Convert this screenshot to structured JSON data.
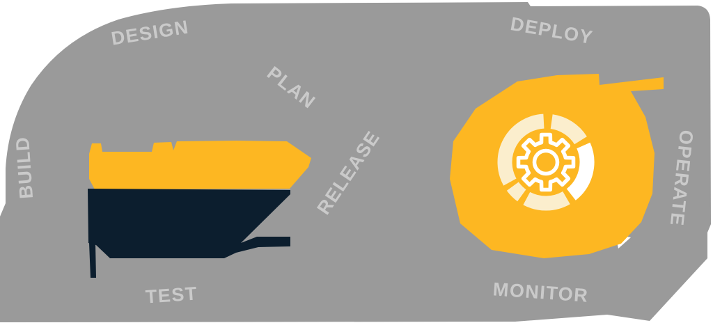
{
  "diagram": {
    "name": "devops-lifecycle-loop",
    "stages": {
      "design": "DESIGN",
      "plan": "PLAN",
      "release": "RELEASE",
      "build": "BUILD",
      "test": "TEST",
      "deploy": "DEPLOY",
      "operate": "OPERATE",
      "monitor": "MONITOR"
    },
    "icons": {
      "center_icon": "gear-icon",
      "ring_icon": "segmented-ring-icon"
    },
    "colors": {
      "loop_gray": "#9a9a9a",
      "label_gray": "#cacaca",
      "accent_yellow": "#fdb722",
      "dark_navy": "#0c1e2e",
      "cream": "#fbeecd",
      "white": "#ffffff"
    }
  }
}
